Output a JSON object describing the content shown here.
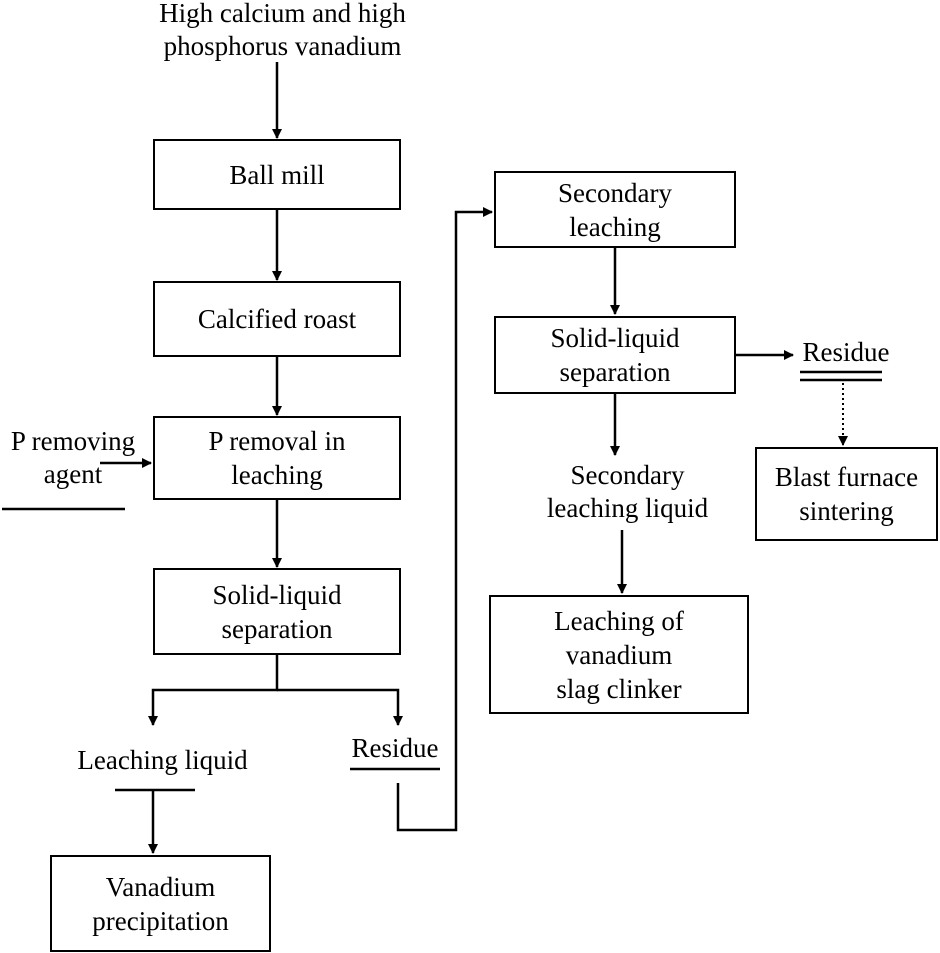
{
  "diagram": {
    "source": "High calcium and high\nphosphorus vanadium",
    "left_column": {
      "ball_mill": "Ball mill",
      "calcified_roast": "Calcified roast",
      "p_removal": "P removal in\nleaching",
      "p_removing_agent": "P removing\nagent",
      "solid_liquid_separation": "Solid-liquid\nseparation",
      "leaching_liquid": "Leaching liquid",
      "residue": "Residue",
      "vanadium_precipitation": "Vanadium\nprecipitation"
    },
    "middle_column": {
      "secondary_leaching": "Secondary\nleaching",
      "solid_liquid_separation": "Solid-liquid\nseparation",
      "secondary_leaching_liquid": "Secondary\nleaching liquid",
      "leaching_clinker": "Leaching of\nvanadium\nslag clinker"
    },
    "right_column": {
      "residue": "Residue",
      "blast_furnace": "Blast furnace\nsintering"
    }
  }
}
